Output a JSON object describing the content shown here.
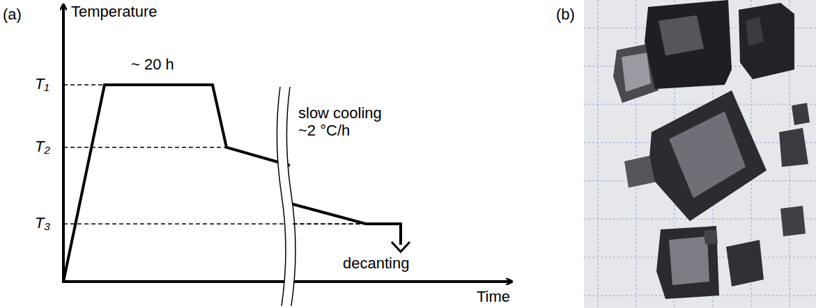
{
  "diagram": {
    "labels": [
      "(a)",
      "Temperature",
      "~ 20 h",
      "T₁",
      "T₂",
      "T₃",
      "slow cooling ~2 °C/h",
      "decanting",
      "Time",
      "(b)"
    ]
  }
}
